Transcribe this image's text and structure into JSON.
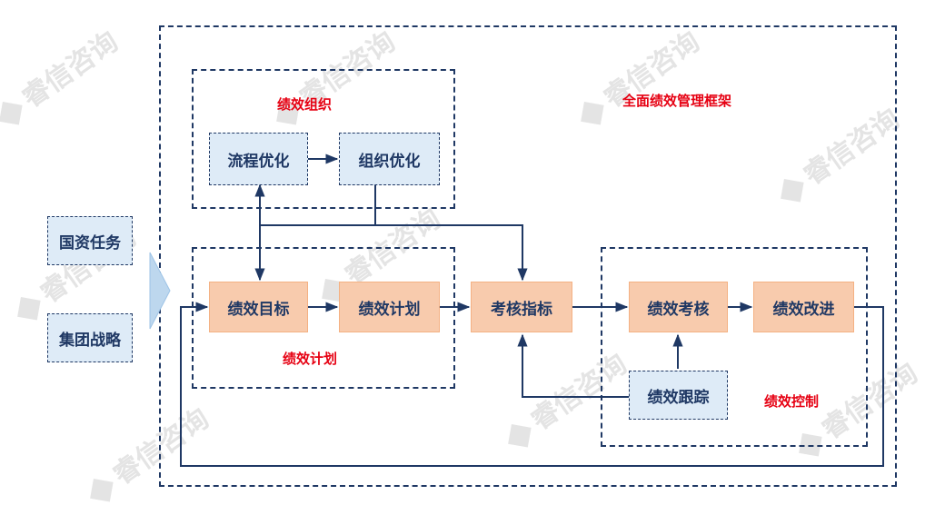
{
  "watermark": "睿信咨询",
  "framework_label": "全面绩效管理框架",
  "groups": {
    "org": "绩效组织",
    "plan": "绩效计划",
    "control": "绩效控制"
  },
  "inputs": {
    "sasac_task": "国资任务",
    "group_strategy": "集团战略"
  },
  "nodes": {
    "process_opt": "流程优化",
    "org_opt": "组织优化",
    "perf_goal": "绩效目标",
    "perf_plan": "绩效计划",
    "kpi": "考核指标",
    "perf_assess": "绩效考核",
    "perf_improve": "绩效改进",
    "perf_track": "绩效跟踪"
  },
  "colors": {
    "line": "#1f3864",
    "label_red": "#e60012",
    "box_blue": "#deebf7",
    "box_orange": "#f8cbad",
    "chevron": "#bdd7ee"
  }
}
